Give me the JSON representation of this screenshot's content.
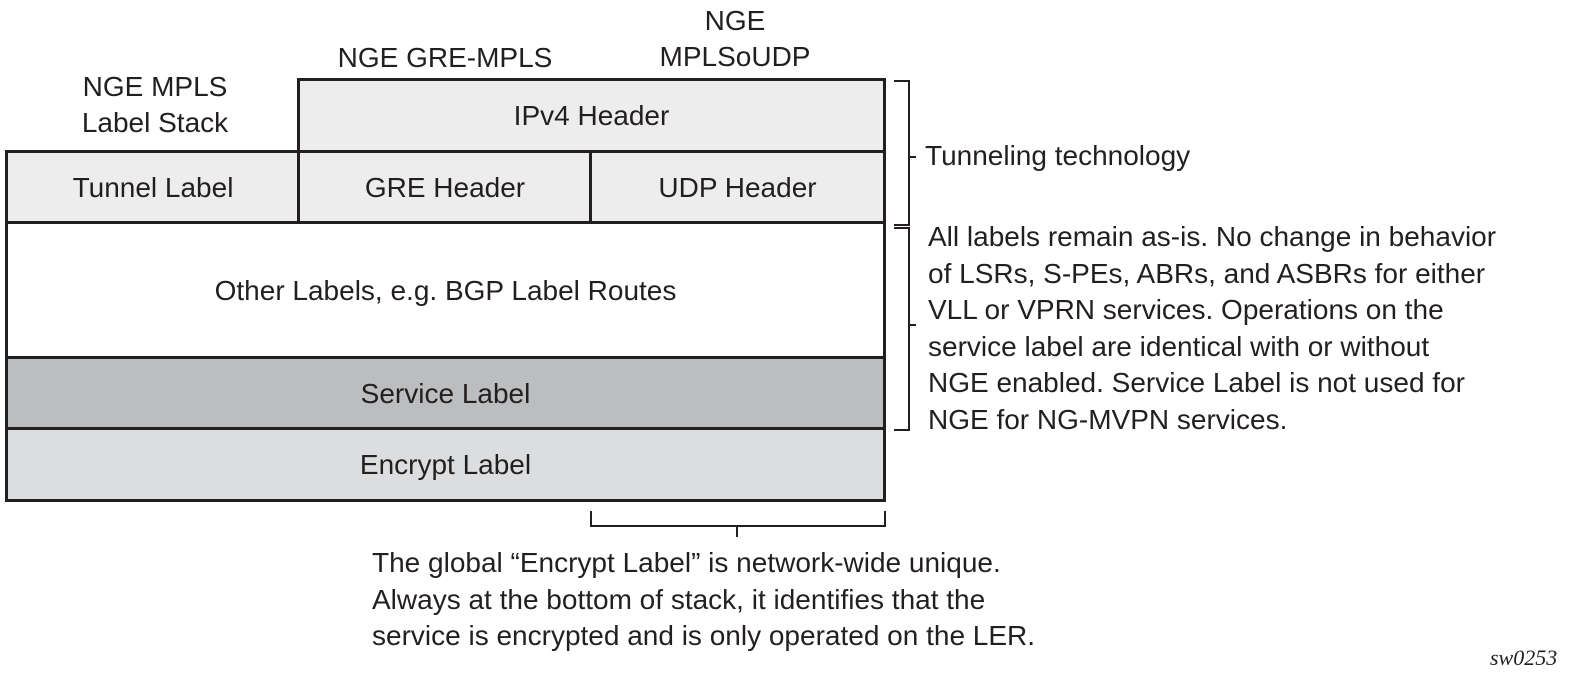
{
  "column_headers": {
    "nge_mpls": [
      "NGE MPLS",
      "Label Stack"
    ],
    "nge_gre_mpls": "NGE GRE-MPLS",
    "nge_mplsoudp": [
      "NGE",
      "MPLSoUDP"
    ]
  },
  "stack": {
    "ipv4_header": "IPv4 Header",
    "tunnel_label": "Tunnel Label",
    "gre_header": "GRE Header",
    "udp_header": "UDP Header",
    "other_labels": "Other Labels, e.g. BGP Label Routes",
    "service_label": "Service Label",
    "encrypt_label": "Encrypt Label"
  },
  "annotations": {
    "tunneling": "Tunneling technology",
    "labels_note": [
      "All labels remain as-is. No change in behavior",
      "of LSRs, S-PEs, ABRs, and ASBRs for either",
      "VLL or VPRN services. Operations on the",
      "service label are identical with or without",
      "NGE enabled. Service Label is not used for",
      "NGE for NG-MVPN services."
    ],
    "encrypt_note": [
      "The global “Encrypt Label” is network-wide unique.",
      "Always at the bottom of stack, it identifies that the",
      "service is encrypted and is only operated on the LER."
    ]
  },
  "figure_id": "sw0253"
}
